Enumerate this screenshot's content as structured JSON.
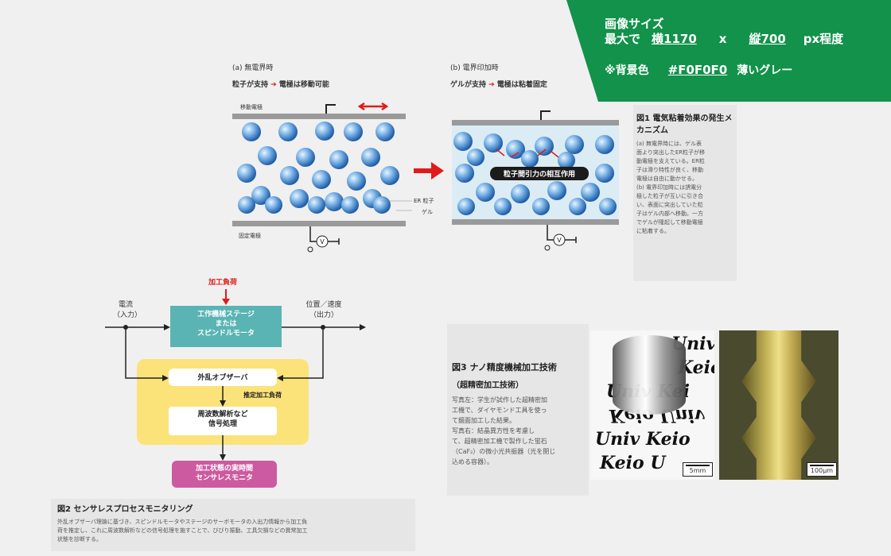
{
  "banner": {
    "line1": "画像サイズ",
    "line2_prefix": "最大で",
    "width_text": "横1170",
    "times": "x",
    "height_text": "縦700",
    "px_suffix": "px程度",
    "bg_prefix": "※背景色",
    "bg_code": "#F0F0F0",
    "bg_name": "薄いグレー",
    "color": "#12924a"
  },
  "fig1": {
    "a_label": "(a) 無電界時",
    "a_caption": "粒子が支持",
    "a_result": "電極は移動可能",
    "b_label": "(b) 電界印加時",
    "b_caption": "ゲルが支持",
    "b_result": "電極は粘着固定",
    "moving_electrode": "移動電極",
    "fixed_electrode": "固定電極",
    "er_particle": "ER 粒子",
    "gel": "ゲル",
    "interaction_label": "粒子間引力の相互作用",
    "voltage_symbol": "V",
    "title": "図1 電気粘着効果の発生メカニズム",
    "body": [
      "(a) 無電界時には、ゲル表",
      "面より突出したER粒子が移",
      "動電極を支えている。ER粒",
      "子は滑り特性が良く、移動",
      "電極は自由に動かせる。",
      "(b) 電界印加時には誘電分",
      "極した粒子が互いに引き合",
      "い、表面に突出していた粒",
      "子はゲル内部へ移動。一方",
      "でゲルが隆起して移動電極",
      "に粘着する。"
    ]
  },
  "fig2": {
    "load_label": "加工負荷",
    "current_label": "電流",
    "input_label": "（入力）",
    "pos_label": "位置／速度",
    "output_label": "（出力）",
    "stage_box": [
      "工作機械ステージ",
      "または",
      "スピンドルモータ"
    ],
    "observer_box": "外乱オブザーバ",
    "estimated_load": "推定加工負荷",
    "freq_box": [
      "周波数解析など",
      "信号処理"
    ],
    "monitor_box": [
      "加工状態の実時間",
      "センサレスモニタ"
    ],
    "title": "図2 センサレスプロセスモニタリング",
    "body": [
      "外乱オブザーバ理論に基づき、スピンドルモータやステージのサーボモータの入出力情報から加工負",
      "荷を推定し、これに周波数解析などの信号処理を施すことで、びびり振動、工具欠損などの異常加工",
      "状態を診断する。"
    ]
  },
  "fig3": {
    "title": "図3 ナノ精度機械加工技術",
    "subtitle": "（超精密加工技術）",
    "body": [
      "写真左：学生が試作した超精密加",
      "工機で、ダイヤモンド工具を使っ",
      "て鏡面加工した結果。",
      "写真右：結晶異方性を考慮し",
      "て、超精密加工機で製作した蛍石",
      "（CaF₂）の微小光共振器（光を閉じ",
      "込める容器）。"
    ],
    "photo_text": [
      "Univ",
      "Keio",
      "Univ Kei",
      "Keio Univ",
      "Univ Keio",
      "Keio U"
    ],
    "scale_left": "5mm",
    "scale_right": "100μm"
  }
}
